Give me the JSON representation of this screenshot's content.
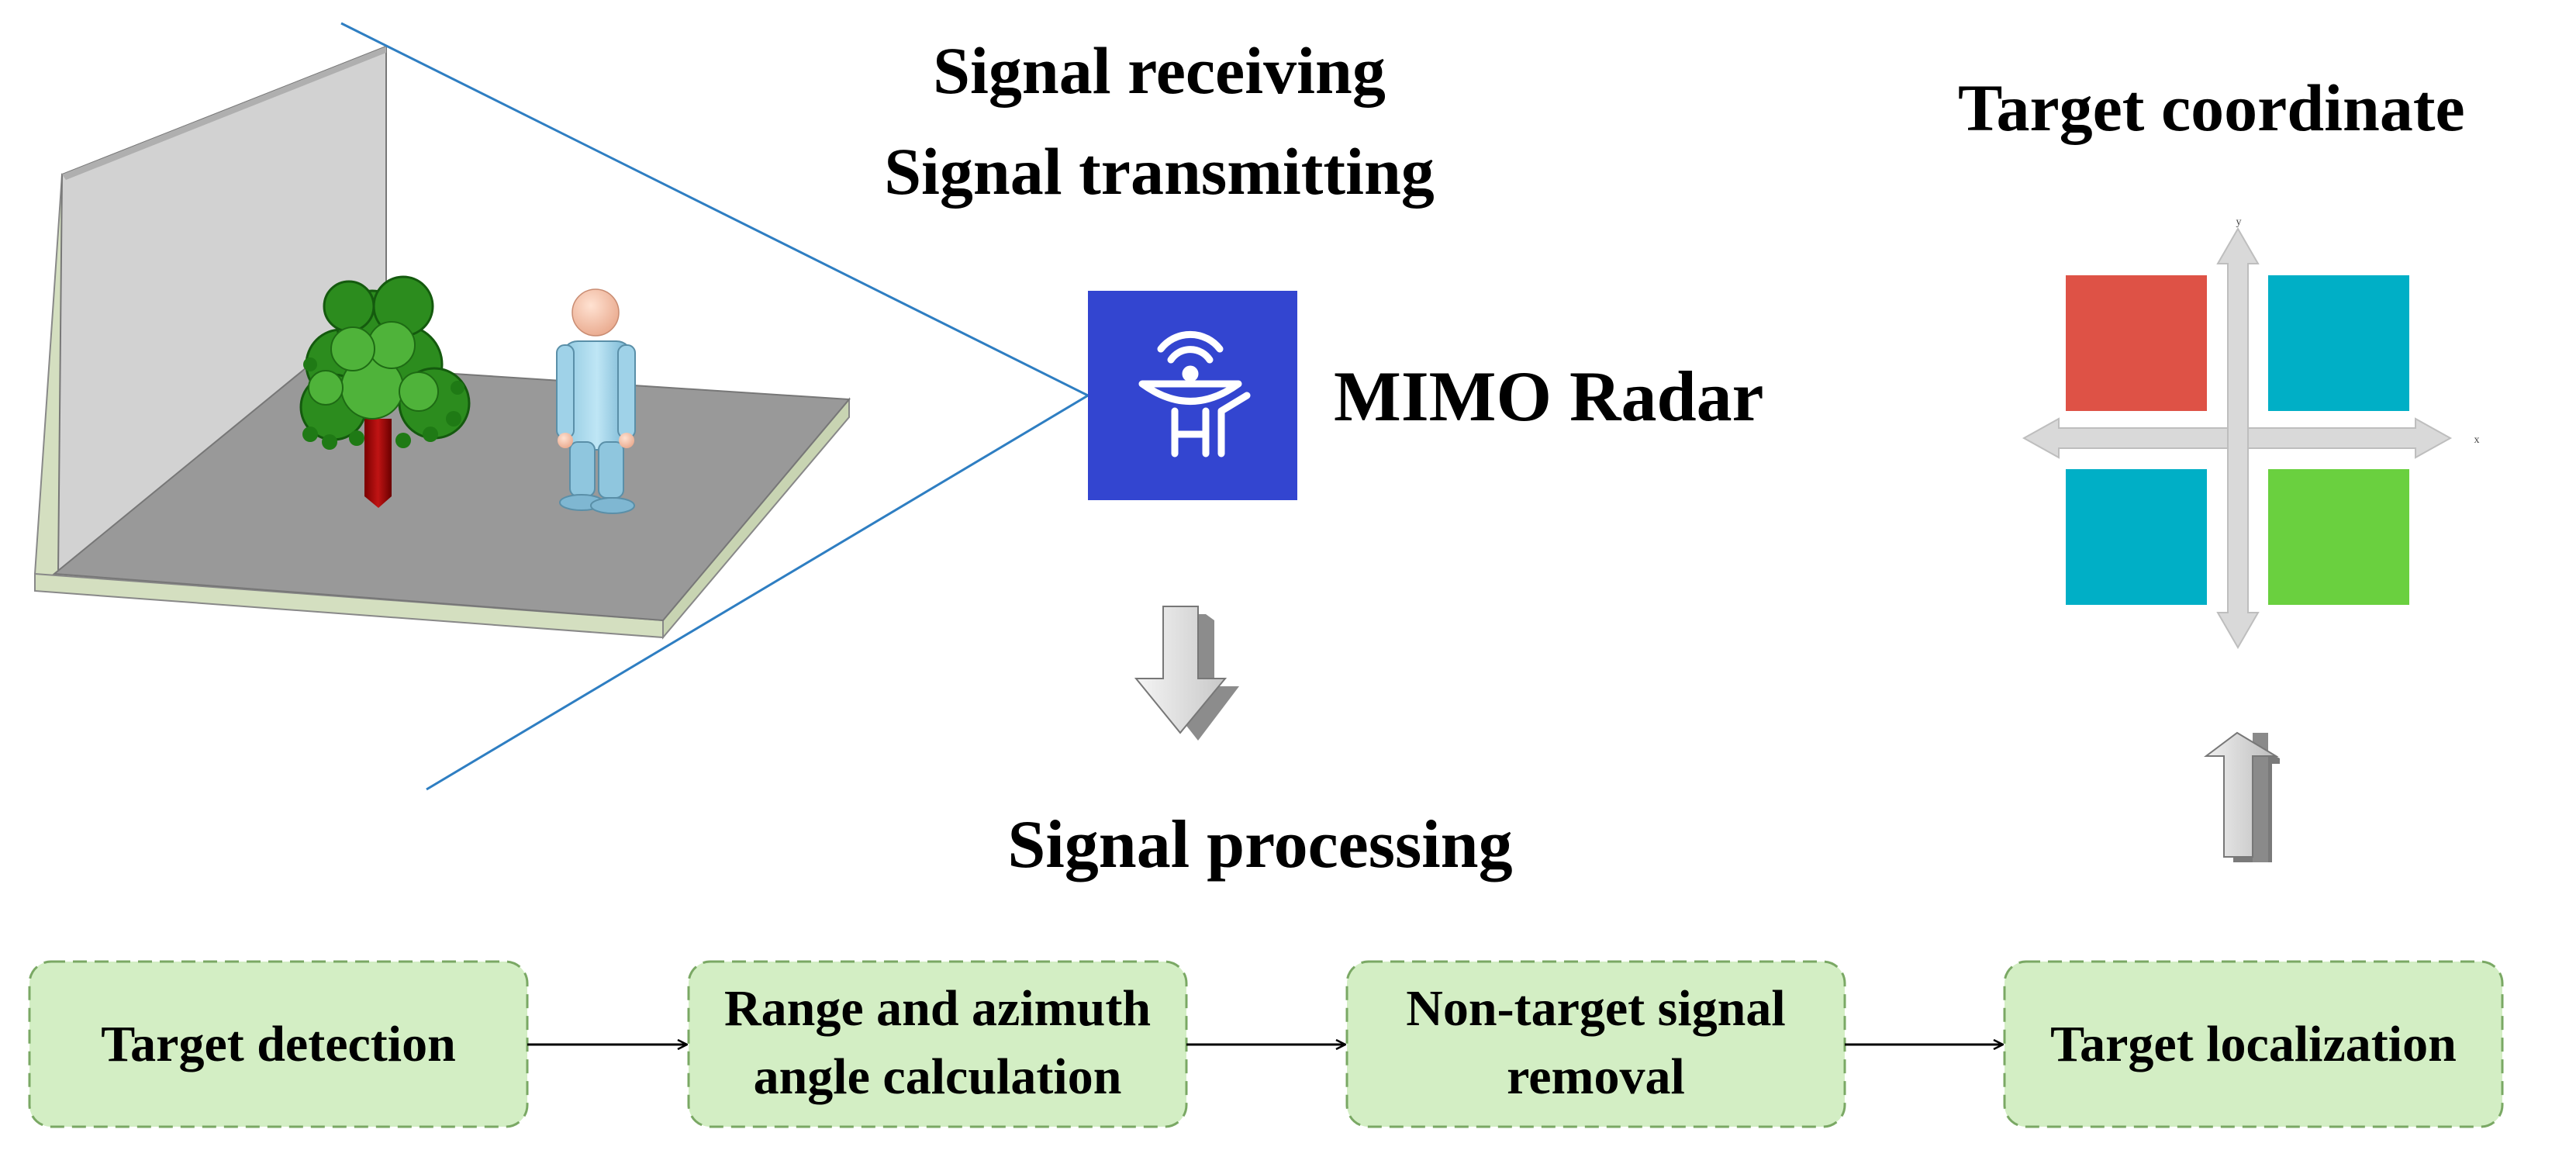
{
  "labels": {
    "receiving": "Signal receiving",
    "transmitting": "Signal transmitting",
    "radar": "MIMO Radar",
    "processing": "Signal processing",
    "coordinate": "Target coordinate"
  },
  "axes": {
    "y": "y",
    "x": "x"
  },
  "steps": [
    {
      "line1": "Target detection",
      "line2": ""
    },
    {
      "line1": "Range and azimuth",
      "line2": "angle calculation"
    },
    {
      "line1": "Non-target signal",
      "line2": "removal"
    },
    {
      "line1": "Target localization",
      "line2": ""
    }
  ],
  "colors": {
    "radar_bg": "#3345D0",
    "quad_red": "#DE5246",
    "quad_cyan": "#00AFC6",
    "quad_green": "#6AD03F",
    "step_fill": "#D3EEC4",
    "step_border": "#7AA864",
    "fov_line": "#2E7EC2"
  },
  "icons": {
    "radar": "radar-antenna-icon",
    "down_arrow": "down-arrow-icon",
    "up_arrow": "up-arrow-icon"
  }
}
